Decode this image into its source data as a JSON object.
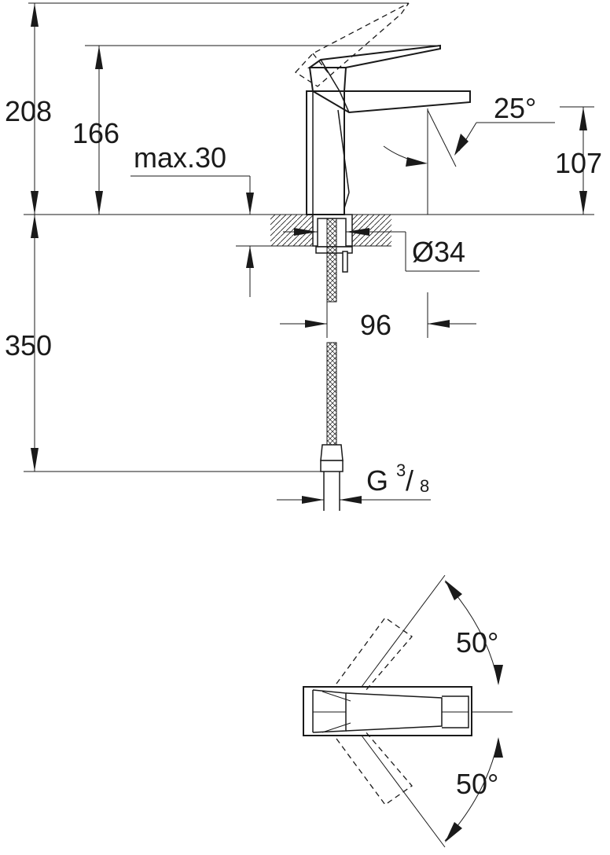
{
  "dimensions": {
    "overall_height": "208",
    "spout_height": "166",
    "max_deck": "max.30",
    "spout_outlet_height": "107",
    "lever_angle": "25°",
    "hole_diameter": "Ø34",
    "spout_reach": "96",
    "hose_length": "350",
    "thread": {
      "letter": "G",
      "numerator": "3",
      "slash": "/",
      "denominator": "8"
    },
    "swivel_angle_top": "50°",
    "swivel_angle_bottom": "50°"
  }
}
